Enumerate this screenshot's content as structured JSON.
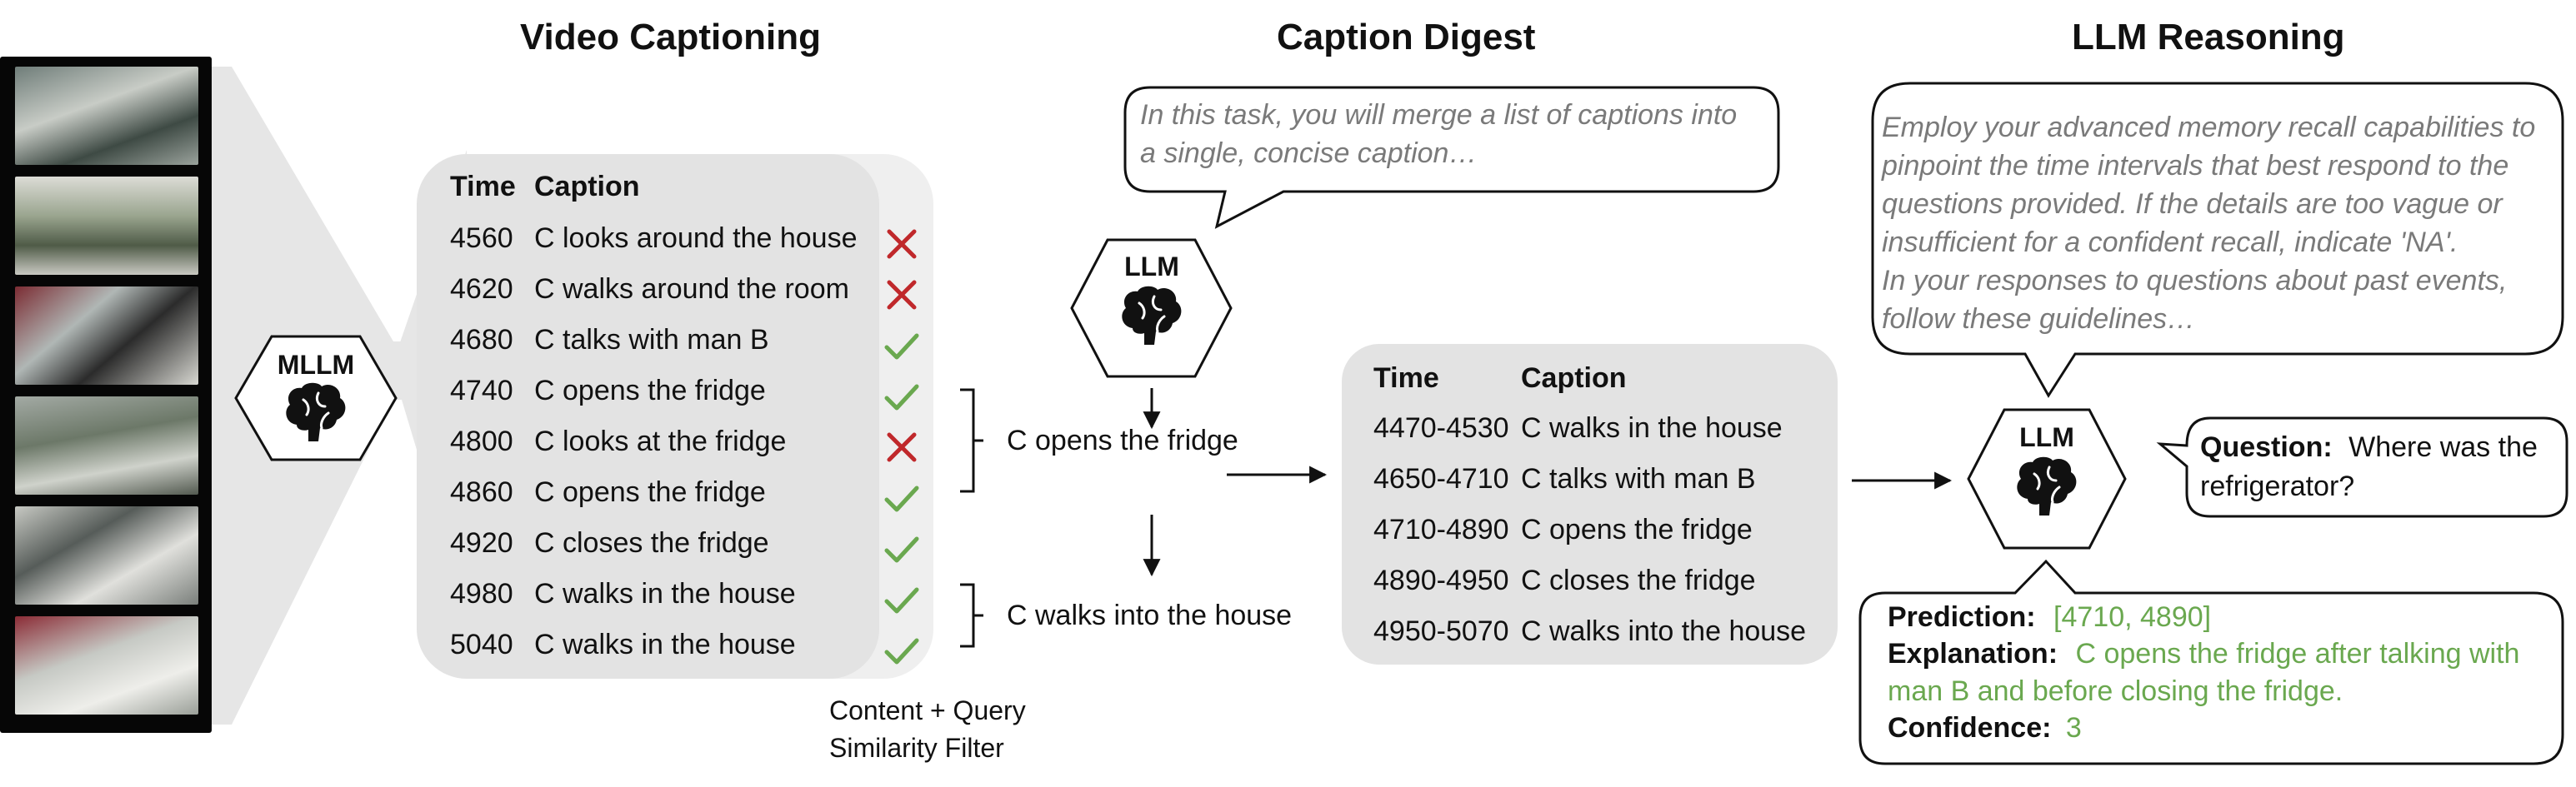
{
  "sections": {
    "video_captioning": "Video Captioning",
    "caption_digest": "Caption Digest",
    "llm_reasoning": "LLM Reasoning"
  },
  "mllm_label": "MLLM",
  "llm_label_top": "LLM",
  "llm_label_right": "LLM",
  "caption_table": {
    "header_time": "Time",
    "header_caption": "Caption",
    "rows": [
      {
        "time": "4560",
        "caption": "C looks around the house",
        "status": "rejected"
      },
      {
        "time": "4620",
        "caption": "C walks around the room",
        "status": "rejected"
      },
      {
        "time": "4680",
        "caption": "C talks with man B",
        "status": "accepted"
      },
      {
        "time": "4740",
        "caption": "C opens the fridge",
        "status": "accepted"
      },
      {
        "time": "4800",
        "caption": "C looks at the fridge",
        "status": "rejected"
      },
      {
        "time": "4860",
        "caption": "C opens the fridge",
        "status": "accepted"
      },
      {
        "time": "4920",
        "caption": "C closes the fridge",
        "status": "accepted"
      },
      {
        "time": "4980",
        "caption": "C walks in the house",
        "status": "accepted"
      },
      {
        "time": "5040",
        "caption": "C walks in the house",
        "status": "accepted"
      }
    ]
  },
  "filter_label": [
    "Content + Query",
    "Similarity Filter"
  ],
  "merge_labels": {
    "fridge": "C opens the fridge",
    "house": "C walks into the house"
  },
  "digest_prompt": [
    "In this task, you will merge a list of captions into",
    "a single, concise caption…"
  ],
  "digest_table": {
    "header_time": "Time",
    "header_caption": "Caption",
    "rows": [
      {
        "time": "4470-4530",
        "caption": "C walks in the house"
      },
      {
        "time": "4650-4710",
        "caption": "C talks with man B"
      },
      {
        "time": "4710-4890",
        "caption": "C opens the fridge"
      },
      {
        "time": "4890-4950",
        "caption": "C closes the fridge"
      },
      {
        "time": "4950-5070",
        "caption": "C walks into the house"
      }
    ]
  },
  "reasoning_prompt": [
    "Employ your advanced memory recall capabilities to",
    "pinpoint the time intervals that best respond to the",
    "questions provided. If the details are too vague or",
    "insufficient for a confident recall, indicate 'NA'.",
    "In your responses to questions about past events,",
    "follow these guidelines…"
  ],
  "question": {
    "label": "Question:",
    "text_line1": "Where was the",
    "text_line2": "refrigerator?"
  },
  "answer": {
    "prediction_label": "Prediction:",
    "prediction_value": "[4710, 4890]",
    "explanation_label": "Explanation:",
    "explanation_line1": "C opens the fridge after talking with",
    "explanation_line2": "man B and before closing the fridge.",
    "confidence_label": "Confidence:",
    "confidence_value": "3"
  },
  "colors": {
    "reject": "#c0282b",
    "accept": "#6aa84f",
    "panel": "#e4e4e4",
    "answer_green": "#6aa84f",
    "prompt_gray": "#7a7a7a"
  },
  "icons": {
    "brain": "brain-icon",
    "reject": "cross-icon",
    "accept": "check-icon"
  }
}
